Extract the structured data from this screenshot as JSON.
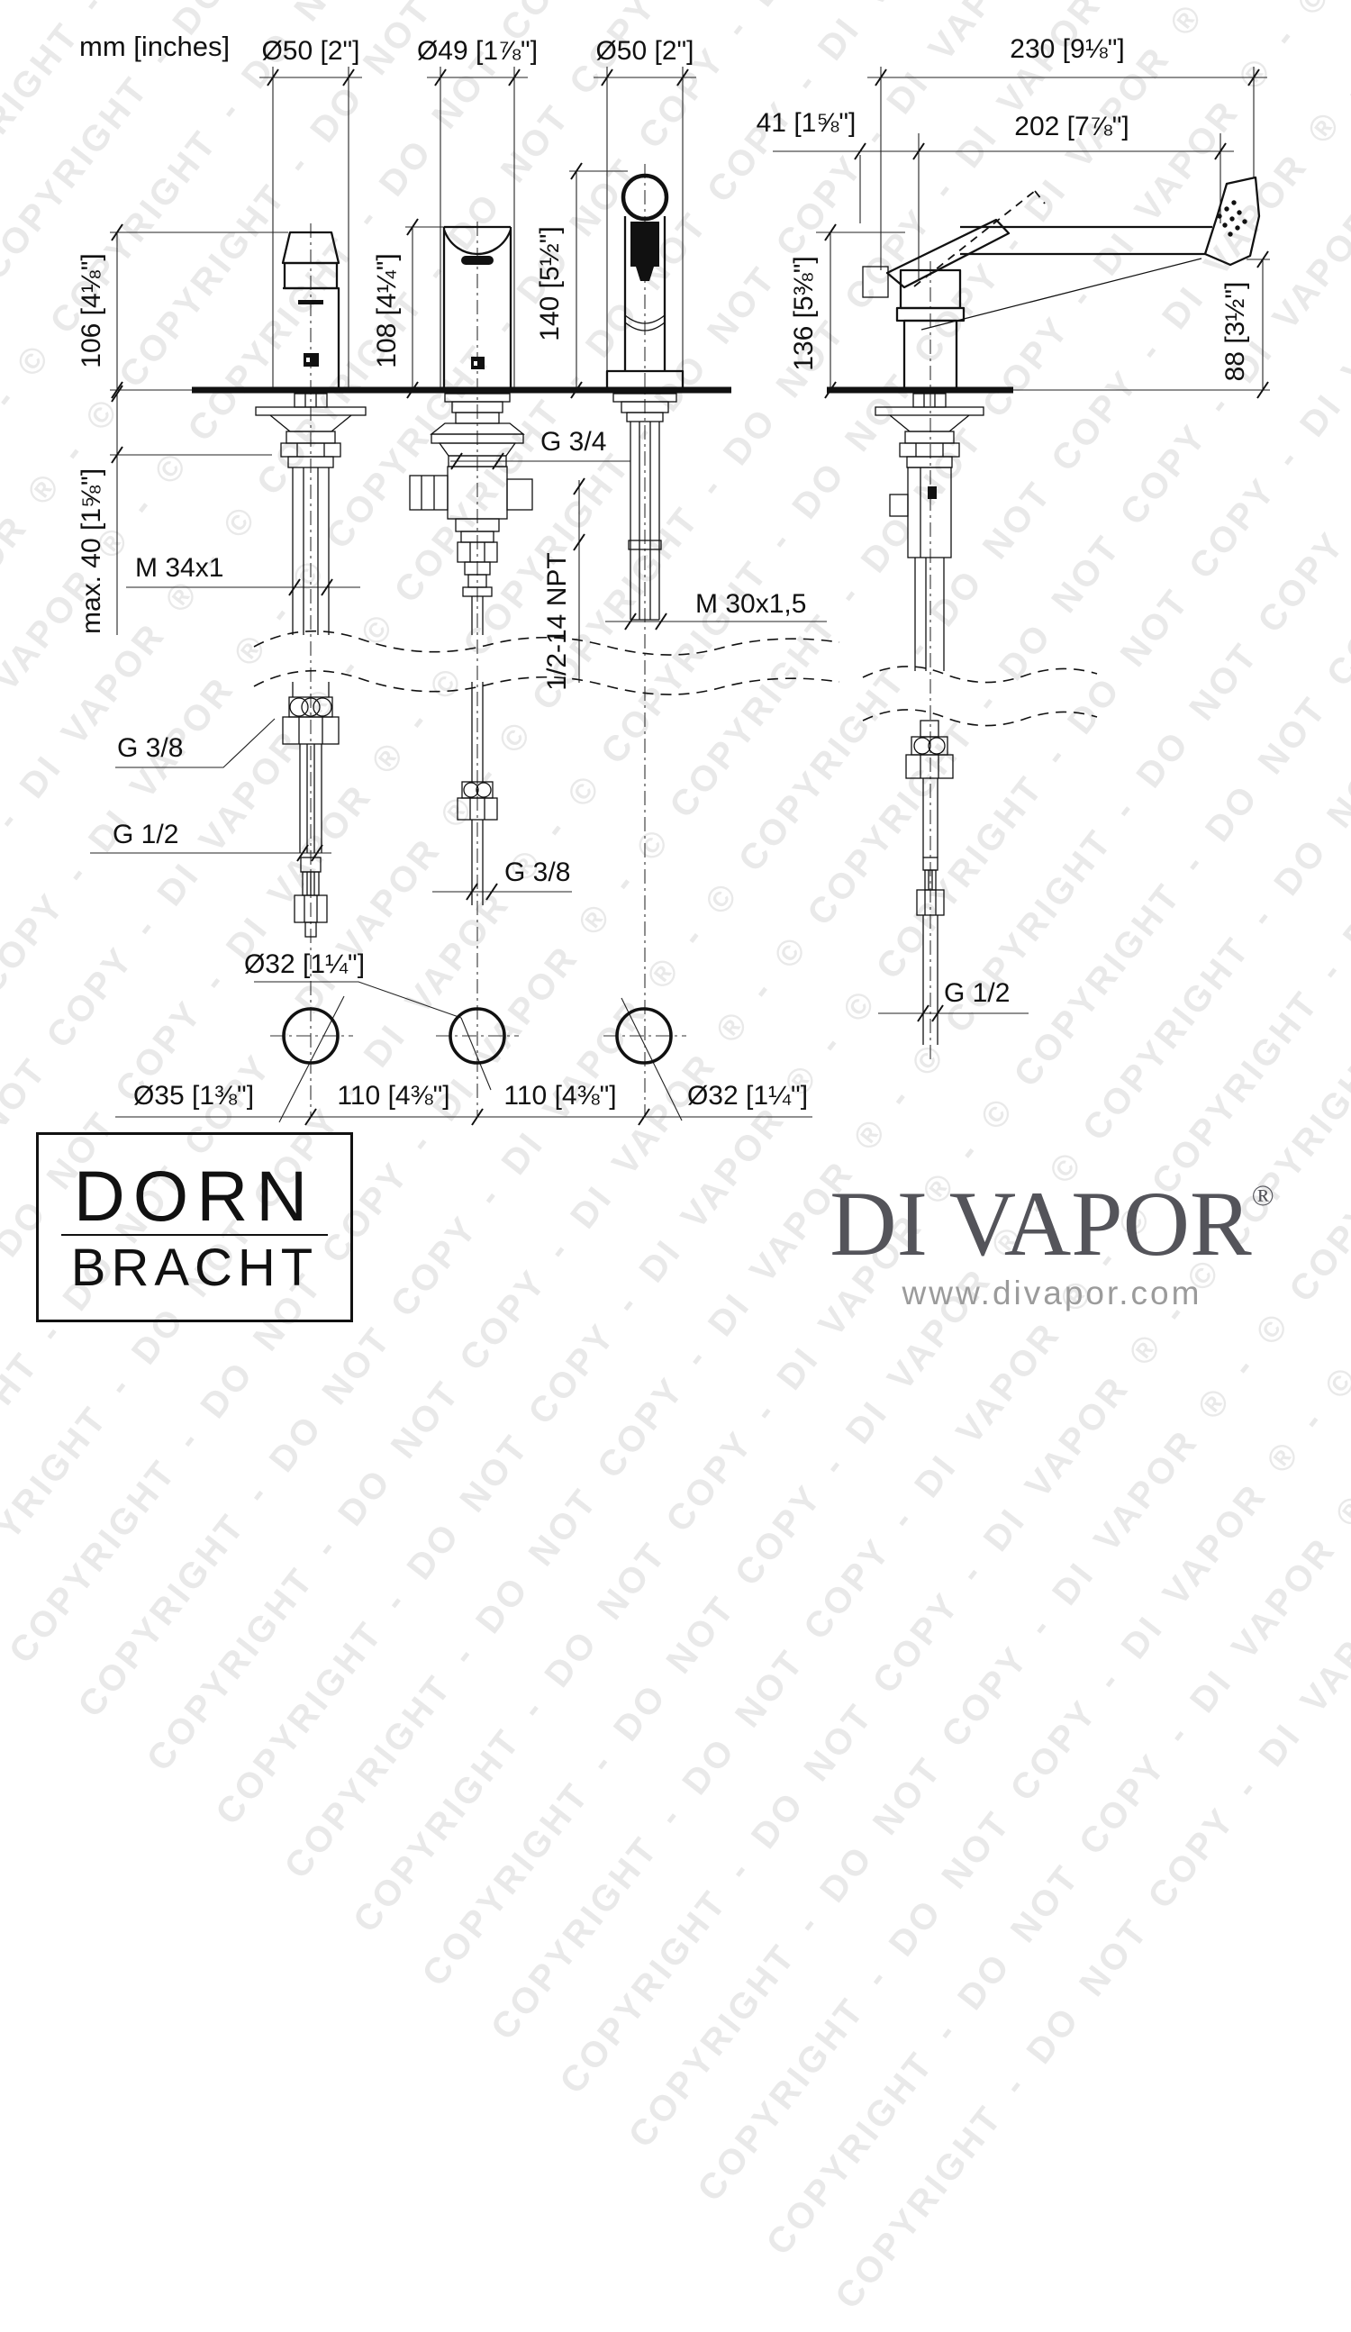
{
  "watermark": {
    "text": "© COPYRIGHT - DO NOT COPY - DI VAPOR ® -",
    "color": "#e9e9e9"
  },
  "colors": {
    "line": "#111111",
    "divapor_logo": "#54545a",
    "divapor_url": "#9b9b9b",
    "background": "#ffffff"
  },
  "labels": {
    "units": "mm [inches]",
    "dia_handle": "Ø50 [2\"]",
    "dia_spout": "Ø49 [1⅞\"]",
    "dia_shower": "Ø50 [2\"]",
    "len_230": "230 [9⅛\"]",
    "len_41": "41 [1⅝\"]",
    "len_202": "202 [7⅞\"]",
    "h_106": "106 [4⅛\"]",
    "h_108": "108 [4¼\"]",
    "h_140": "140 [5½\"]",
    "h_136": "136 [5⅜\"]",
    "h_88": "88 [3½\"]",
    "max_40": "max. 40 [1⅝\"]",
    "thread_m34": "M 34x1",
    "thread_g34": "G 3/4",
    "thread_npt": "1/2-14 NPT",
    "thread_m30": "M 30x1,5",
    "thread_g38_left": "G 3/8",
    "thread_g12_left": "G 1/2",
    "thread_g38_mid": "G 3/8",
    "dia_32_mid": "Ø32 [1¼\"]",
    "dia_35": "Ø35 [1⅜\"]",
    "span_110_a": "110 [4⅜\"]",
    "span_110_b": "110 [4⅜\"]",
    "dia_32_right": "Ø32 [1¼\"]",
    "thread_g12_right": "G 1/2"
  },
  "footer": {
    "dornbracht": {
      "line1": "DORN",
      "line2": "BRACHT"
    },
    "divapor": {
      "name": "DI VAPOR",
      "reg": "®",
      "url": "www.divapor.com"
    }
  }
}
